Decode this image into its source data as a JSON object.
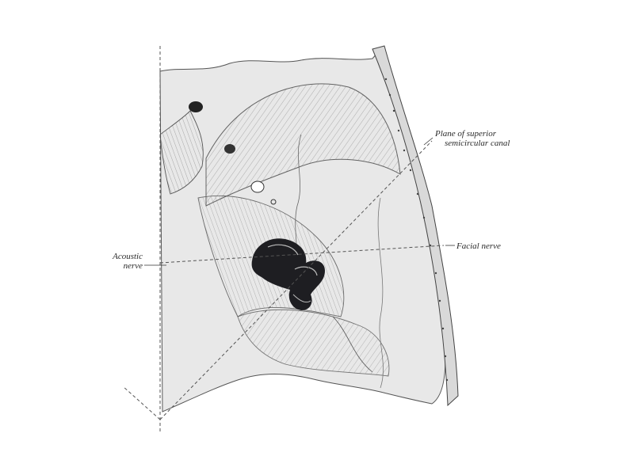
{
  "figure": {
    "description": "Anatomical engraving: temporal bone with bony labyrinth (inner ear) shown in dark, dashed reference planes",
    "colors": {
      "background": "#ffffff",
      "bone": "#e6e6e6",
      "ink": "#3a3a3a",
      "labyrinth": "#1e1e22"
    },
    "labels": {
      "plane": {
        "line1": "Plane of superior",
        "line2": "semicircular canal"
      },
      "acoustic": {
        "line1": "Acoustic",
        "line2": "nerve"
      },
      "facial": "Facial nerve"
    }
  }
}
